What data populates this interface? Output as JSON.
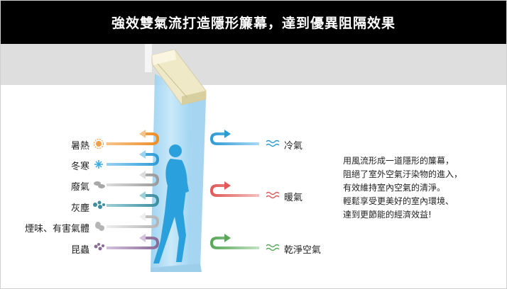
{
  "title": "強效雙氣流打造隱形簾幕，達到優異阻隔效果",
  "outdoor_labels": [
    {
      "text": "暑熱",
      "icon": "sun-icon",
      "color": "#f0a04b"
    },
    {
      "text": "冬寒",
      "icon": "snowflake-icon",
      "color": "#3aa9e0"
    },
    {
      "text": "廢氣",
      "icon": "exhaust-cloud-icon",
      "color": "#a8a8a8"
    },
    {
      "text": "灰塵",
      "icon": "dust-icon",
      "color": "#3d8fa0"
    },
    {
      "text": "煙味、有害氣體",
      "icon": "smoke-icon",
      "color": "#b5b5b5"
    },
    {
      "text": "昆蟲",
      "icon": "insect-icon",
      "color": "#8a6a98"
    }
  ],
  "indoor_labels": [
    {
      "text": "冷氣",
      "icon": "wave-icon",
      "color": "#2f9bd6"
    },
    {
      "text": "暖氣",
      "icon": "wave-icon",
      "color": "#e05a5a"
    },
    {
      "text": "乾淨空氣",
      "icon": "wave-icon",
      "color": "#5aa85a"
    }
  ],
  "description": [
    "用風流形成一道隱形的簾幕，",
    "阻絕了室外空氣汙染物的進入，",
    "有效維持室內空氣的清淨。",
    "輕鬆享受更美好的室內環境、",
    "達到更節能的經濟效益!"
  ],
  "colors": {
    "curtain": "#a9d9f2",
    "unit": "#efe9c8",
    "silhouette": "#2aa0dc"
  }
}
